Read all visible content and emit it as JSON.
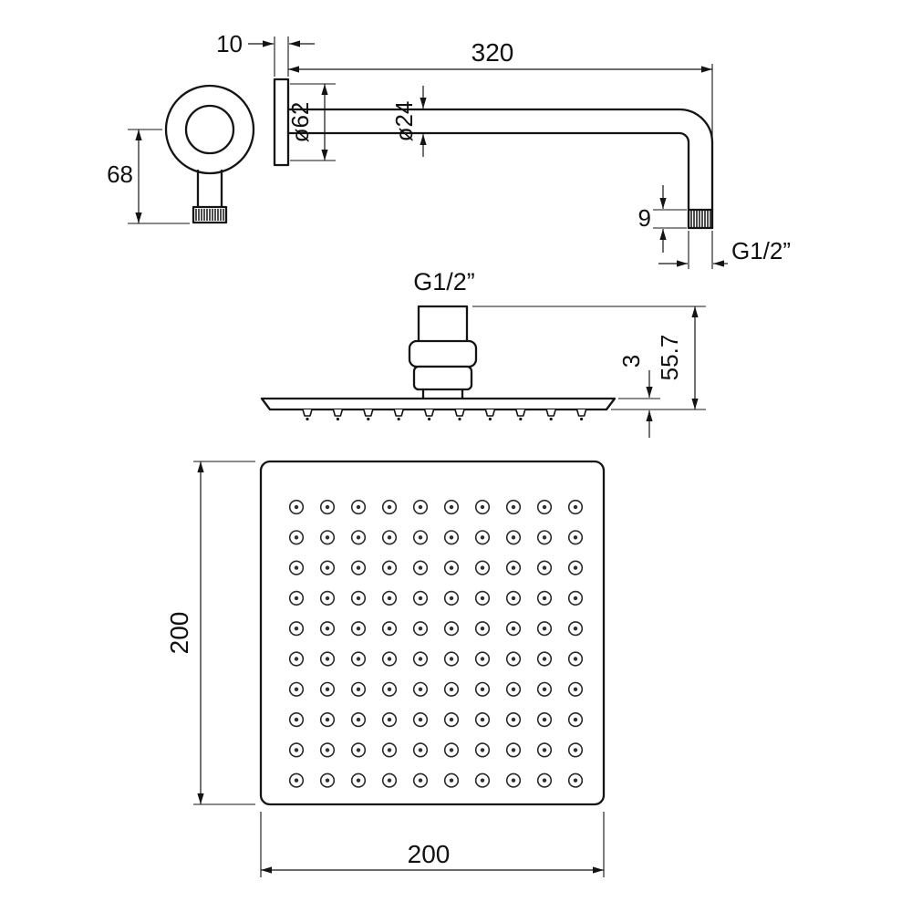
{
  "page": {
    "background_color": "#ffffff",
    "line_color": "#141414"
  },
  "arm_drawing": {
    "wall_plate_thickness_mm": "10",
    "arm_length_mm": "320",
    "flange_diameter": "ø62",
    "arm_diameter": "ø24",
    "flange_drop_mm": "68",
    "thread_length_mm": "9",
    "thread_spec": "G1/2”"
  },
  "head_side_drawing": {
    "thread_spec": "G1/2”",
    "total_height_mm": "55.7",
    "plate_thickness_mm": "3",
    "side_nozzle_count": 10
  },
  "head_front_drawing": {
    "width_mm": "200",
    "height_mm": "200",
    "nozzle_grid": {
      "rows": 10,
      "cols": 10
    }
  }
}
